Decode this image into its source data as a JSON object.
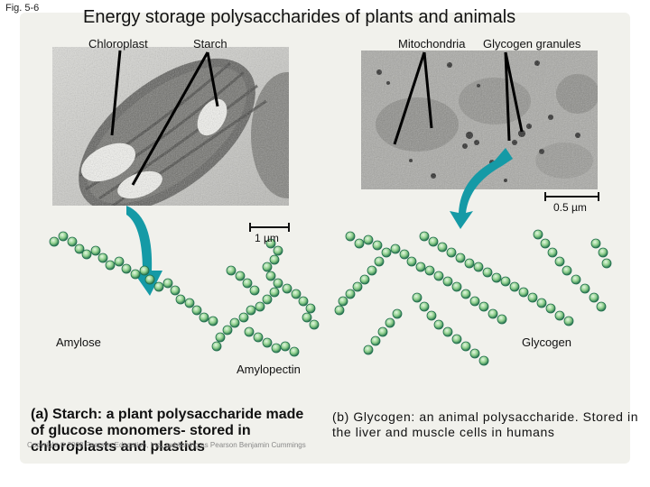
{
  "figure_label": "Fig. 5-6",
  "title": "Energy storage polysaccharides of plants and animals",
  "labels": {
    "chloroplast": "Chloroplast",
    "starch": "Starch",
    "mitochondria": "Mitochondria",
    "glycogen_granules": "Glycogen granules",
    "scale_right": "0.5 µm",
    "scale_left": "1 µm",
    "amylose": "Amylose",
    "amylopectin": "Amylopectin",
    "glycogen": "Glycogen"
  },
  "captions": {
    "a": "(a) Starch: a plant polysaccharide made of glucose monomers- stored in chloroplasts and plastids",
    "b": "(b) Glycogen: an animal polysaccharide. Stored in the liver and muscle cells in humans"
  },
  "copyright": "Copyright © 2008 Pearson Education, Inc., publishing as Pearson Benjamin Cummings",
  "colors": {
    "arrow": "#159aa6",
    "bead_dark": "#1f6e4c",
    "bead_light": "#bfe3bf"
  }
}
